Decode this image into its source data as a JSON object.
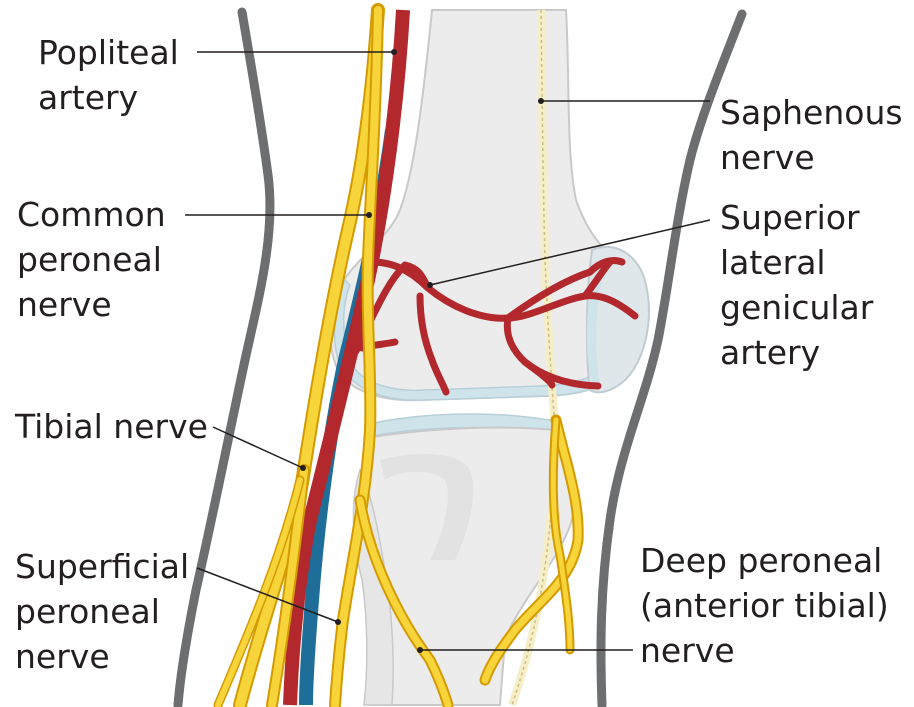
{
  "labels": {
    "popliteal_artery": [
      "Popliteal",
      "artery"
    ],
    "common_peroneal_nerve": [
      "Common",
      "peroneal",
      "nerve"
    ],
    "tibial_nerve": [
      "Tibial nerve"
    ],
    "superficial_peroneal_nerve": [
      "Superficial",
      "peroneal",
      "nerve"
    ],
    "saphenous_nerve": [
      "Saphenous",
      "nerve"
    ],
    "superior_lateral_genicular_artery": [
      "Superior",
      "lateral",
      "genicular",
      "artery"
    ],
    "deep_peroneal_nerve": [
      "Deep peroneal",
      "(anterior tibial)",
      "nerve"
    ]
  },
  "colors": {
    "outline": "#6d6e70",
    "bone": "#ececec",
    "bone_edge": "#c9c9c9",
    "cartilage": "#cfe3ea",
    "artery": "#b2282c",
    "vein": "#1f6d99",
    "nerve": "#f7d43a",
    "nerve_edge": "#d39b00",
    "saphenous": "#f6eec6",
    "leader": "#231f20"
  }
}
